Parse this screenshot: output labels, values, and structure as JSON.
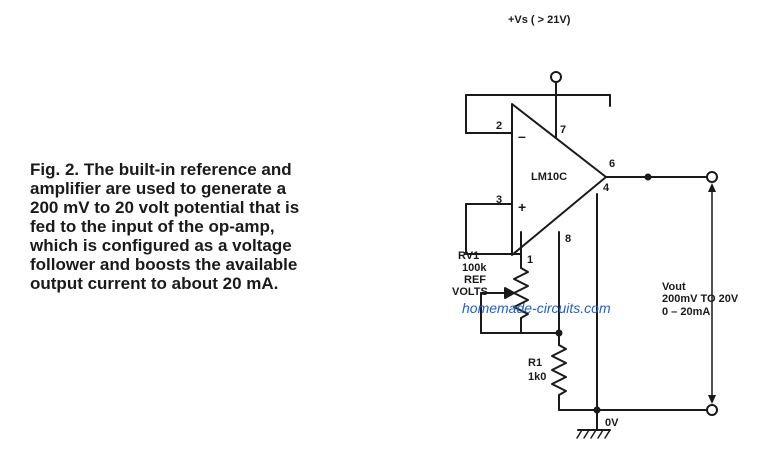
{
  "caption": {
    "lines": [
      "Fig. 2. The built-in reference and",
      "amplifier are used to generate a",
      "200 mV to 20 volt potential that is",
      "fed to the input of the op-amp,",
      "which is configured as a voltage",
      "follower and boosts the available",
      "output current to about 20 mA."
    ]
  },
  "watermark": "homemade-circuits.com",
  "circuit": {
    "supply_label": "+Vs ( > 21V)",
    "ic_label": "LM10C",
    "pins": {
      "p2": "2",
      "p7": "7",
      "p6": "6",
      "p3": "3",
      "p4": "4",
      "p8": "8",
      "p1": "1",
      "minus": "–",
      "plus": "+"
    },
    "rv1": {
      "name": "RV1",
      "value": "100k",
      "ref": "REF",
      "volts": "VOLTS"
    },
    "r1": {
      "name": "R1",
      "value": "1k0"
    },
    "output": {
      "label": "Vout",
      "range": "200mV TO 20V",
      "current": "0 – 20mA"
    },
    "ground_label": "0V"
  }
}
